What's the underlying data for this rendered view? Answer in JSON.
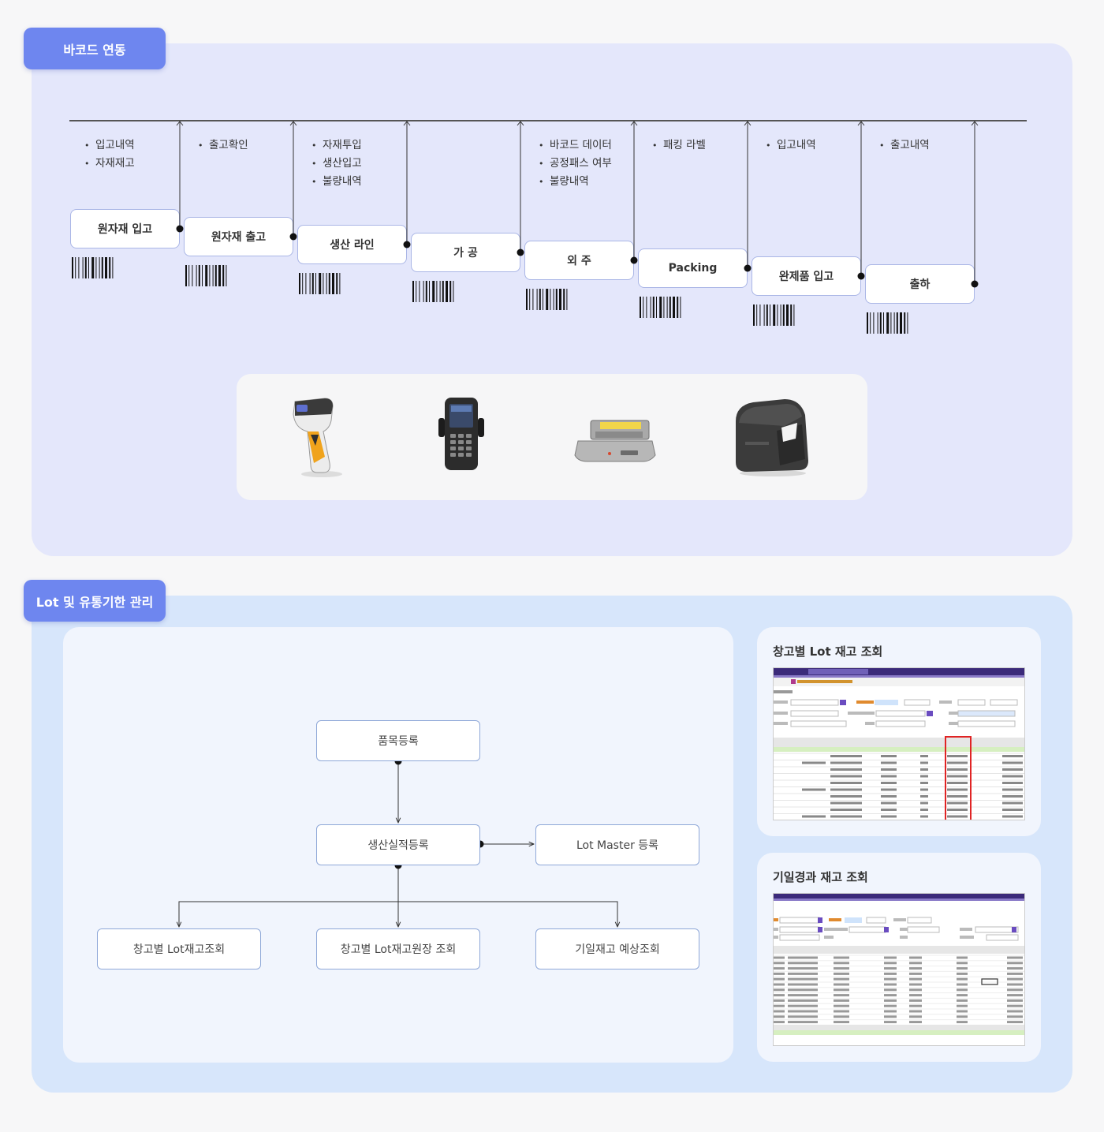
{
  "barcode_section": {
    "tag": "바코드 연동",
    "steps": [
      {
        "label": "원자재 입고",
        "notes": [
          "입고내역",
          "자재재고"
        ]
      },
      {
        "label": "원자재 출고",
        "notes": [
          "출고확인"
        ]
      },
      {
        "label": "생산 라인",
        "notes": [
          "자재투입",
          "생산입고",
          "불량내역"
        ]
      },
      {
        "label": "가 공",
        "notes": []
      },
      {
        "label": "외 주",
        "notes": [
          "바코드 데이터",
          "공정패스 여부",
          "불량내역"
        ]
      },
      {
        "label": "Packing",
        "notes": [
          "패킹 라벨"
        ]
      },
      {
        "label": "완제품 입고",
        "notes": [
          "입고내역"
        ]
      },
      {
        "label": "출하",
        "notes": [
          "출고내역"
        ]
      }
    ],
    "devices": [
      "barcode-scanner",
      "handheld-terminal",
      "fixed-scanner",
      "label-printer"
    ]
  },
  "lot_section": {
    "tag": "Lot 및 유통기한 관리",
    "flow": {
      "item_register": "품목등록",
      "production_register": "생산실적등록",
      "lot_master": "Lot Master 등록",
      "warehouse_lot": "창고별 Lot재고조회",
      "warehouse_ledger": "창고별 Lot재고원장 조회",
      "expiry_forecast": "기일재고 예상조회"
    },
    "cards": [
      {
        "title": "창고별 Lot 재고 조회"
      },
      {
        "title": "기일경과 재고 조회"
      }
    ]
  },
  "colors": {
    "accent": "#6e86ef",
    "panel_top": "#e4e7fb",
    "panel_bottom": "#d7e6fb",
    "highlight": "#e02424"
  }
}
